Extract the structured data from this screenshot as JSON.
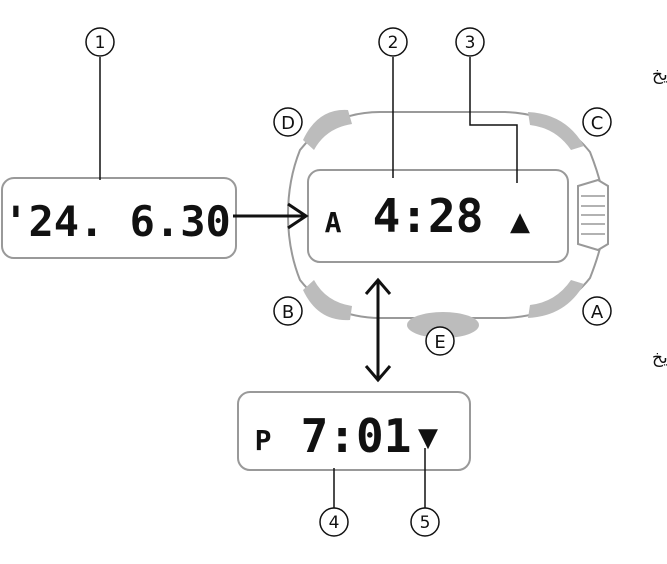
{
  "left_display": {
    "date": "'24. 6.30"
  },
  "main_display": {
    "prefix": "A",
    "time": "4:28",
    "indicator": "▲"
  },
  "lower_display": {
    "prefix": "P",
    "time": "7:01",
    "indicator": "▼"
  },
  "buttons": {
    "a": "A",
    "b": "B",
    "c": "C",
    "d": "D",
    "e": "E"
  },
  "callouts": {
    "n1": "1",
    "n2": "2",
    "n3": "3",
    "n4": "4",
    "n5": "5"
  },
  "captions": {
    "top_right": "البحث عن تاريخ",
    "bottom_right": "البحث عن تاريخ"
  },
  "colors": {
    "bezel": "#bcbcbc",
    "outline": "#999999",
    "ink": "#111111"
  }
}
